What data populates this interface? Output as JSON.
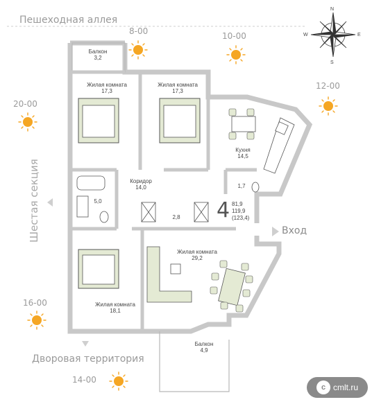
{
  "streets": {
    "top": "Пешеходная аллея",
    "bottom": "Дворовая территория",
    "left": "Шестая секция"
  },
  "times": [
    "8-00",
    "10-00",
    "12-00",
    "20-00",
    "16-00",
    "14-00"
  ],
  "compass": {
    "n": "N",
    "s": "S",
    "e": "E",
    "w": "W"
  },
  "rooms": {
    "balcony_top": {
      "name": "Балкон",
      "area": "3,2"
    },
    "living1": {
      "name": "Жилая комната",
      "area": "17,3"
    },
    "living2": {
      "name": "Жилая комната",
      "area": "17,3"
    },
    "kitchen": {
      "name": "Кухня",
      "area": "14,5"
    },
    "corridor": {
      "name": "Коридор",
      "area": "14,0"
    },
    "bath": {
      "area": "5,0"
    },
    "wc": {
      "area": "1,7"
    },
    "hall": {
      "area": "2,8"
    },
    "living3": {
      "name": "Жилая комната",
      "area": "18,1"
    },
    "living4": {
      "name": "Жилая комната",
      "area": "29,2"
    },
    "balcony_bottom": {
      "name": "Балкон",
      "area": "4,9"
    }
  },
  "apartment": {
    "rooms_count": "4",
    "area1": "81,9",
    "area2": "119,9",
    "area3": "(123,4)"
  },
  "entry": "Вход",
  "watermark": {
    "logo": "c",
    "text": "cmlt.ru"
  },
  "colors": {
    "sun": "#f5a623",
    "furniture": "#e4ead4",
    "wall": "#cfcfcf"
  }
}
